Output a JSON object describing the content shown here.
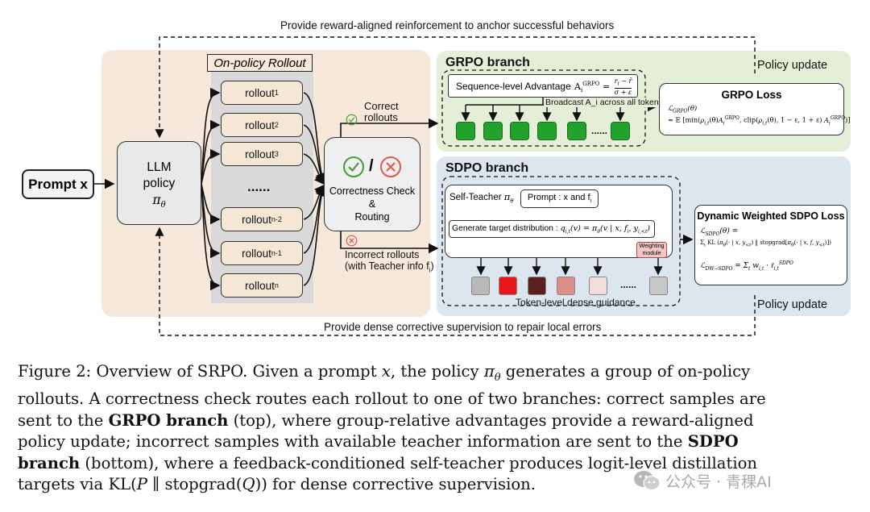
{
  "figure": {
    "top_feedback": "Provide reward-aligned reinforcement to anchor successful behaviors",
    "bottom_feedback": "Provide dense corrective supervision to repair local errors",
    "prompt": "Prompt x",
    "llm": {
      "line1": "LLM",
      "line2": "policy",
      "line3": "π_θ"
    },
    "rollout_title": "On-policy Rollout",
    "rollouts": [
      "rollout_1",
      "rollout_2",
      "rollout_3",
      "......",
      "rollout_n-2",
      "rollout_n-1",
      "rollout_n"
    ],
    "check": {
      "line1": "Correctness Check",
      "line2": "&",
      "line3": "Routing",
      "icon_check": "check-circle-icon",
      "icon_cross": "cross-circle-icon",
      "slash": "/"
    },
    "correct_route": {
      "line1": "Correct",
      "line2": "rollouts"
    },
    "incorrect_route": {
      "line1": "Incorrect rollouts",
      "line2": "(with Teacher info f_i)"
    },
    "grpo": {
      "title": "GRPO branch",
      "advantage_label": "Sequence-level Advantage",
      "advantage_formula": "A_i^GRPO = (r_i − r̄) / (σ + ε)",
      "broadcast": "Broadcast  A_i across all tokens",
      "dots": "......",
      "loss_title": "GRPO Loss",
      "loss_line1": "ℒ_GRPO(θ)",
      "loss_line2": "= 𝔼 [min(ρ_i,t(θ)A_i^GRPO, clip(ρ_i,t(θ), 1 − ε, 1 + ε) A_i^GRPO)]",
      "policy_update": "Policy update"
    },
    "sdpo": {
      "title": "SDPO branch",
      "self_teacher": "Self-Teacher π_θ",
      "prompt_box": "Prompt :  x and f_i",
      "generate": "Generate target distribution : q_i,t(v) = π_θ(v | x, f_i, y_i,<t)",
      "weighting": {
        "line1": "Weighting",
        "line2": "module"
      },
      "token_label": "Token-level dense guidance",
      "dots": "......",
      "loss_title": "Dynamic Weighted SDPO Loss",
      "loss_line1": "ℒ_SDPO(θ) =",
      "loss_line2": "Σ_t KL(π_θ(· | x, y_<t) ‖ stopgrad[π_θ(· | x, f, y_<t)])",
      "loss_line3": "ℒ_DW−SDPO = Σ_t w_i,t · ℓ_i,t^SDPO",
      "policy_update": "Policy update"
    },
    "token_colors": [
      "#b8b8b8",
      "#e8171b",
      "#5a2020",
      "#dd8e89",
      "#f3dcdc",
      "#c7c7c7"
    ]
  },
  "caption": {
    "l1a": "Figure 2: Overview of SRPO. Given a prompt ",
    "l1b": ", the policy ",
    "l1c": " generates a group of on-policy",
    "l2": "rollouts.  A correctness check routes each rollout to one of two branches:  correct samples are",
    "l3a": "sent to the ",
    "l3b": "GRPO branch",
    "l3c": " (top), where group-relative advantages provide a reward-aligned",
    "l4a": "policy update; incorrect samples with available teacher information are sent to the ",
    "l4b": "SDPO",
    "l5a": "branch",
    "l5b": " (bottom), where a feedback-conditioned self-teacher produces logit-level distillation",
    "l6a": "targets via KL(",
    "l6b": " ∥ stopgrad(",
    "l6c": ")) for dense corrective supervision.",
    "x": "x",
    "pi": "π",
    "theta": "θ",
    "P": "P",
    "Q": "Q"
  },
  "watermark": "公众号 · 青稞AI"
}
